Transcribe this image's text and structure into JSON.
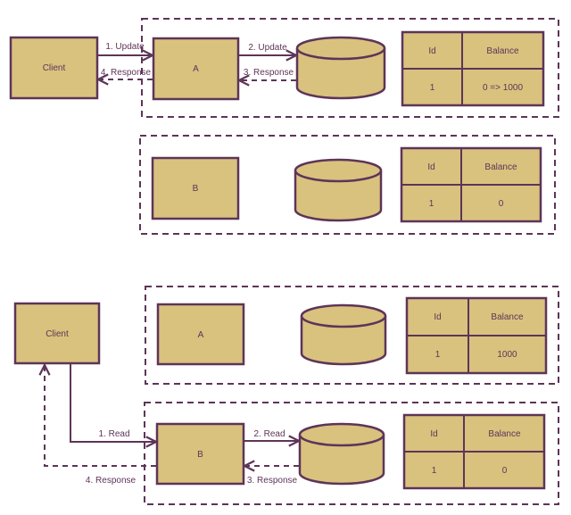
{
  "top": {
    "client": "Client",
    "node_a": "A",
    "node_b": "B",
    "edges": {
      "update1": "1. Update",
      "update2": "2. Update",
      "response3": "3. Response",
      "response4": "4. Response"
    },
    "table_a": {
      "headers": [
        "Id",
        "Balance"
      ],
      "row": [
        "1",
        "0 => 1000"
      ]
    },
    "table_b": {
      "headers": [
        "Id",
        "Balance"
      ],
      "row": [
        "1",
        "0"
      ]
    }
  },
  "bottom": {
    "client": "Client",
    "node_a": "A",
    "node_b": "B",
    "edges": {
      "read1": "1. Read",
      "read2": "2. Read",
      "response3": "3. Response",
      "response4": "4. Response"
    },
    "table_a": {
      "headers": [
        "Id",
        "Balance"
      ],
      "row": [
        "1",
        "1000"
      ]
    },
    "table_b": {
      "headers": [
        "Id",
        "Balance"
      ],
      "row": [
        "1",
        "0"
      ]
    }
  },
  "colors": {
    "fill": "#d8c27e",
    "stroke": "#5e3458"
  }
}
